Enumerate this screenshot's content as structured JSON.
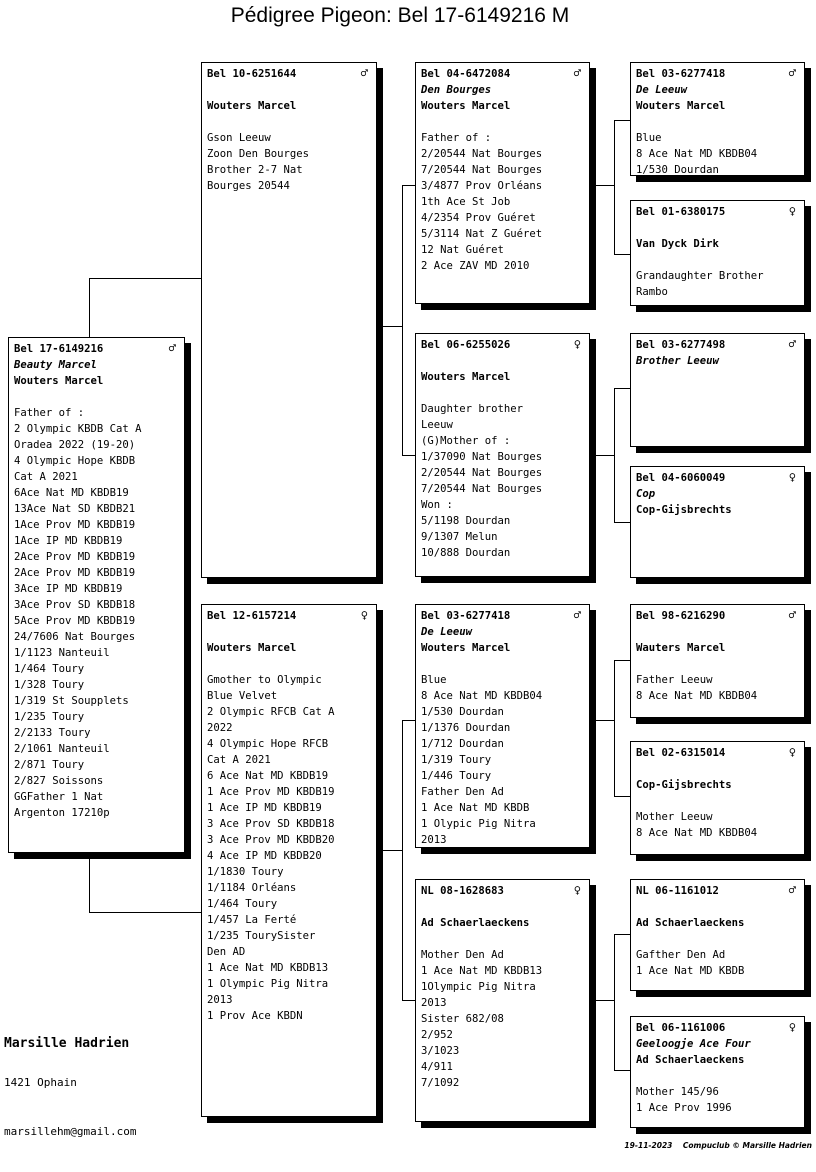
{
  "title": "Pédigree Pigeon: Bel 17-6149216 M",
  "male_symbol": "♂",
  "female_symbol": "♀",
  "breeder": {
    "name": "Marsille Hadrien",
    "city": "1421  Ophain",
    "email": "marsillehm@gmail.com"
  },
  "footer": {
    "date": "19-11-2023",
    "credit": "Compuclub © Marsille Hadrien"
  },
  "pigeons": {
    "subject": {
      "ring": "Bel 17-6149216",
      "sex": "♂",
      "name": "Beauty Marcel",
      "owner": "Wouters Marcel",
      "lines": [
        "Father of :",
        "2 Olympic KBDB Cat A",
        "Oradea 2022 (19-20)",
        "4 Olympic Hope KBDB",
        "Cat A 2021",
        "6Ace Nat MD KBDB19",
        "13Ace Nat SD KBDB21",
        "1Ace Prov MD KBDB19",
        "1Ace IP MD KBDB19",
        "2Ace Prov MD KBDB19",
        "2Ace Prov MD KBDB19",
        "3Ace IP MD KBDB19",
        "3Ace Prov SD KBDB18",
        "5Ace Prov MD KBDB19",
        "24/7606 Nat Bourges",
        "1/1123 Nanteuil",
        "1/464 Toury",
        "1/328 Toury",
        "1/319 St Soupplets",
        "1/235 Toury",
        "2/2133 Toury",
        "2/1061 Nanteuil",
        "2/871 Toury",
        "2/827 Soissons",
        "GGFather 1 Nat",
        "Argenton 17210p"
      ]
    },
    "sire": {
      "ring": "Bel 10-6251644",
      "sex": "♂",
      "name": "",
      "owner": "Wouters Marcel",
      "lines": [
        "Gson Leeuw",
        "Zoon Den Bourges",
        "Brother 2-7 Nat",
        "Bourges 20544"
      ]
    },
    "dam": {
      "ring": "Bel 12-6157214",
      "sex": "♀",
      "name": "",
      "owner": "Wouters Marcel",
      "lines": [
        "Gmother to Olympic",
        "Blue Velvet",
        "2 Olympic RFCB Cat A",
        "2022",
        "4 Olympic Hope RFCB",
        "Cat A 2021",
        "6 Ace Nat MD KBDB19",
        "1 Ace Prov MD KBDB19",
        "1 Ace IP MD KBDB19",
        "3 Ace Prov SD KBDB18",
        "3 Ace Prov MD KBDB20",
        "4 Ace IP MD KBDB20",
        "1/1830 Toury",
        "1/1184 Orléans",
        "1/464 Toury",
        "1/457 La Ferté",
        "1/235 TourySister",
        "Den AD",
        "1 Ace Nat MD KBDB13",
        "1 Olympic Pig Nitra",
        "2013",
        "1 Prov Ace KBDN"
      ]
    },
    "ss": {
      "ring": "Bel 04-6472084",
      "sex": "♂",
      "name": "Den Bourges",
      "owner": "Wouters Marcel",
      "lines": [
        "Father of :",
        "2/20544 Nat Bourges",
        "7/20544 Nat Bourges",
        "3/4877 Prov Orléans",
        "1th Ace St Job",
        "4/2354 Prov Guéret",
        "5/3114 Nat Z Guéret",
        "12 Nat Guéret",
        "2 Ace ZAV MD 2010"
      ]
    },
    "sd": {
      "ring": "Bel 06-6255026",
      "sex": "♀",
      "name": "",
      "owner": "Wouters Marcel",
      "lines": [
        "Daughter brother",
        "Leeuw",
        "(G)Mother of :",
        "1/37090 Nat Bourges",
        "2/20544 Nat Bourges",
        "7/20544 Nat Bourges",
        "Won :",
        "5/1198 Dourdan",
        "9/1307 Melun",
        "10/888 Dourdan"
      ]
    },
    "ds": {
      "ring": "Bel 03-6277418",
      "sex": "♂",
      "name": "De Leeuw",
      "owner": "Wouters Marcel",
      "lines": [
        "Blue",
        "8 Ace Nat MD KBDB04",
        "1/530 Dourdan",
        "1/1376 Dourdan",
        "1/712 Dourdan",
        "1/319 Toury",
        "1/446 Toury",
        "Father Den Ad",
        "1 Ace Nat MD KBDB",
        "1 Olypic Pig Nitra",
        "2013"
      ]
    },
    "dd": {
      "ring": "NL  08-1628683",
      "sex": "♀",
      "name": "",
      "owner": "Ad Schaerlaeckens",
      "lines": [
        "Mother Den Ad",
        "1 Ace Nat MD KBDB13",
        "1Olympic Pig Nitra",
        "2013",
        "Sister 682/08",
        "2/952",
        "3/1023",
        "4/911",
        "7/1092"
      ]
    },
    "sss": {
      "ring": "Bel 03-6277418",
      "sex": "♂",
      "name": "De Leeuw",
      "owner": "Wouters Marcel",
      "lines": [
        "Blue",
        "8 Ace Nat MD KBDB04",
        "1/530 Dourdan"
      ]
    },
    "ssd": {
      "ring": "Bel 01-6380175",
      "sex": "♀",
      "name": "",
      "owner": "Van Dyck Dirk",
      "lines": [
        "Grandaughter Brother",
        "Rambo"
      ]
    },
    "sds": {
      "ring": "Bel 03-6277498",
      "sex": "♂",
      "name": "Brother Leeuw",
      "owner": "",
      "lines": []
    },
    "sdd": {
      "ring": "Bel 04-6060049",
      "sex": "♀",
      "name": "Cop",
      "owner": "Cop-Gijsbrechts",
      "lines": []
    },
    "dss": {
      "ring": "Bel 98-6216290",
      "sex": "♂",
      "name": "",
      "owner": "Wauters Marcel",
      "lines": [
        "Father Leeuw",
        "8 Ace Nat MD KBDB04"
      ]
    },
    "dsd": {
      "ring": "Bel 02-6315014",
      "sex": "♀",
      "name": "",
      "owner": "Cop-Gijsbrechts",
      "lines": [
        "Mother Leeuw",
        "8 Ace Nat MD KBDB04"
      ]
    },
    "dds": {
      "ring": "NL  06-1161012",
      "sex": "♂",
      "name": "",
      "owner": "Ad Schaerlaeckens",
      "lines": [
        "Gafther Den Ad",
        "1 Ace Nat MD KBDB"
      ]
    },
    "ddd": {
      "ring": "Bel 06-1161006",
      "sex": "♀",
      "name": "Geeloogje Ace Four",
      "owner": "Ad Schaerlaeckens",
      "lines": [
        "Mother 145/96",
        "1 Ace Prov 1996"
      ]
    }
  }
}
